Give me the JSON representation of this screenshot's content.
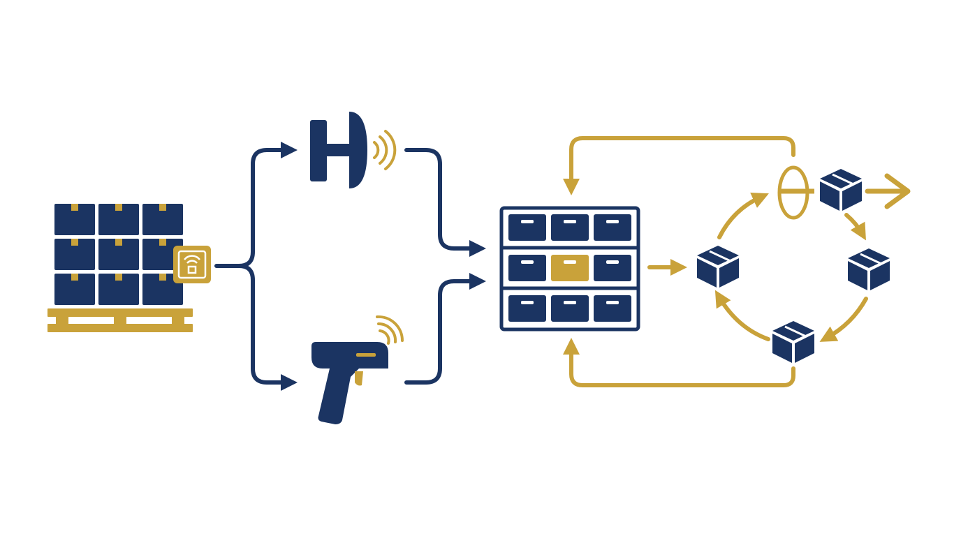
{
  "colors": {
    "navy": "#1b3462",
    "gold": "#c9a23a",
    "background": "#ffffff"
  },
  "nodes": [
    {
      "id": "pallet",
      "icon": "pallet-boxes-icon"
    },
    {
      "id": "tag",
      "icon": "rfid-tag-icon"
    },
    {
      "id": "fixed-reader",
      "icon": "rfid-antenna-icon"
    },
    {
      "id": "handheld-reader",
      "icon": "handheld-scanner-icon"
    },
    {
      "id": "inventory",
      "icon": "storage-shelf-icon",
      "highlighted_bin": "middle-row-center"
    },
    {
      "id": "cycle",
      "icon": "box-cycle-icon",
      "boxes": 4
    },
    {
      "id": "exit-reader",
      "icon": "gate-reader-icon"
    },
    {
      "id": "output",
      "icon": "shipped-box-icon"
    }
  ],
  "edges": [
    {
      "from": "tag",
      "to": "fixed-reader",
      "color": "navy"
    },
    {
      "from": "tag",
      "to": "handheld-reader",
      "color": "navy"
    },
    {
      "from": "fixed-reader",
      "to": "inventory",
      "color": "navy"
    },
    {
      "from": "handheld-reader",
      "to": "inventory",
      "color": "navy"
    },
    {
      "from": "inventory",
      "to": "cycle",
      "color": "gold"
    },
    {
      "from": "exit-reader",
      "to": "inventory",
      "color": "gold",
      "route": "top"
    },
    {
      "from": "cycle",
      "to": "inventory",
      "color": "gold",
      "route": "bottom"
    },
    {
      "from": "output",
      "to": "exit",
      "color": "gold"
    }
  ]
}
